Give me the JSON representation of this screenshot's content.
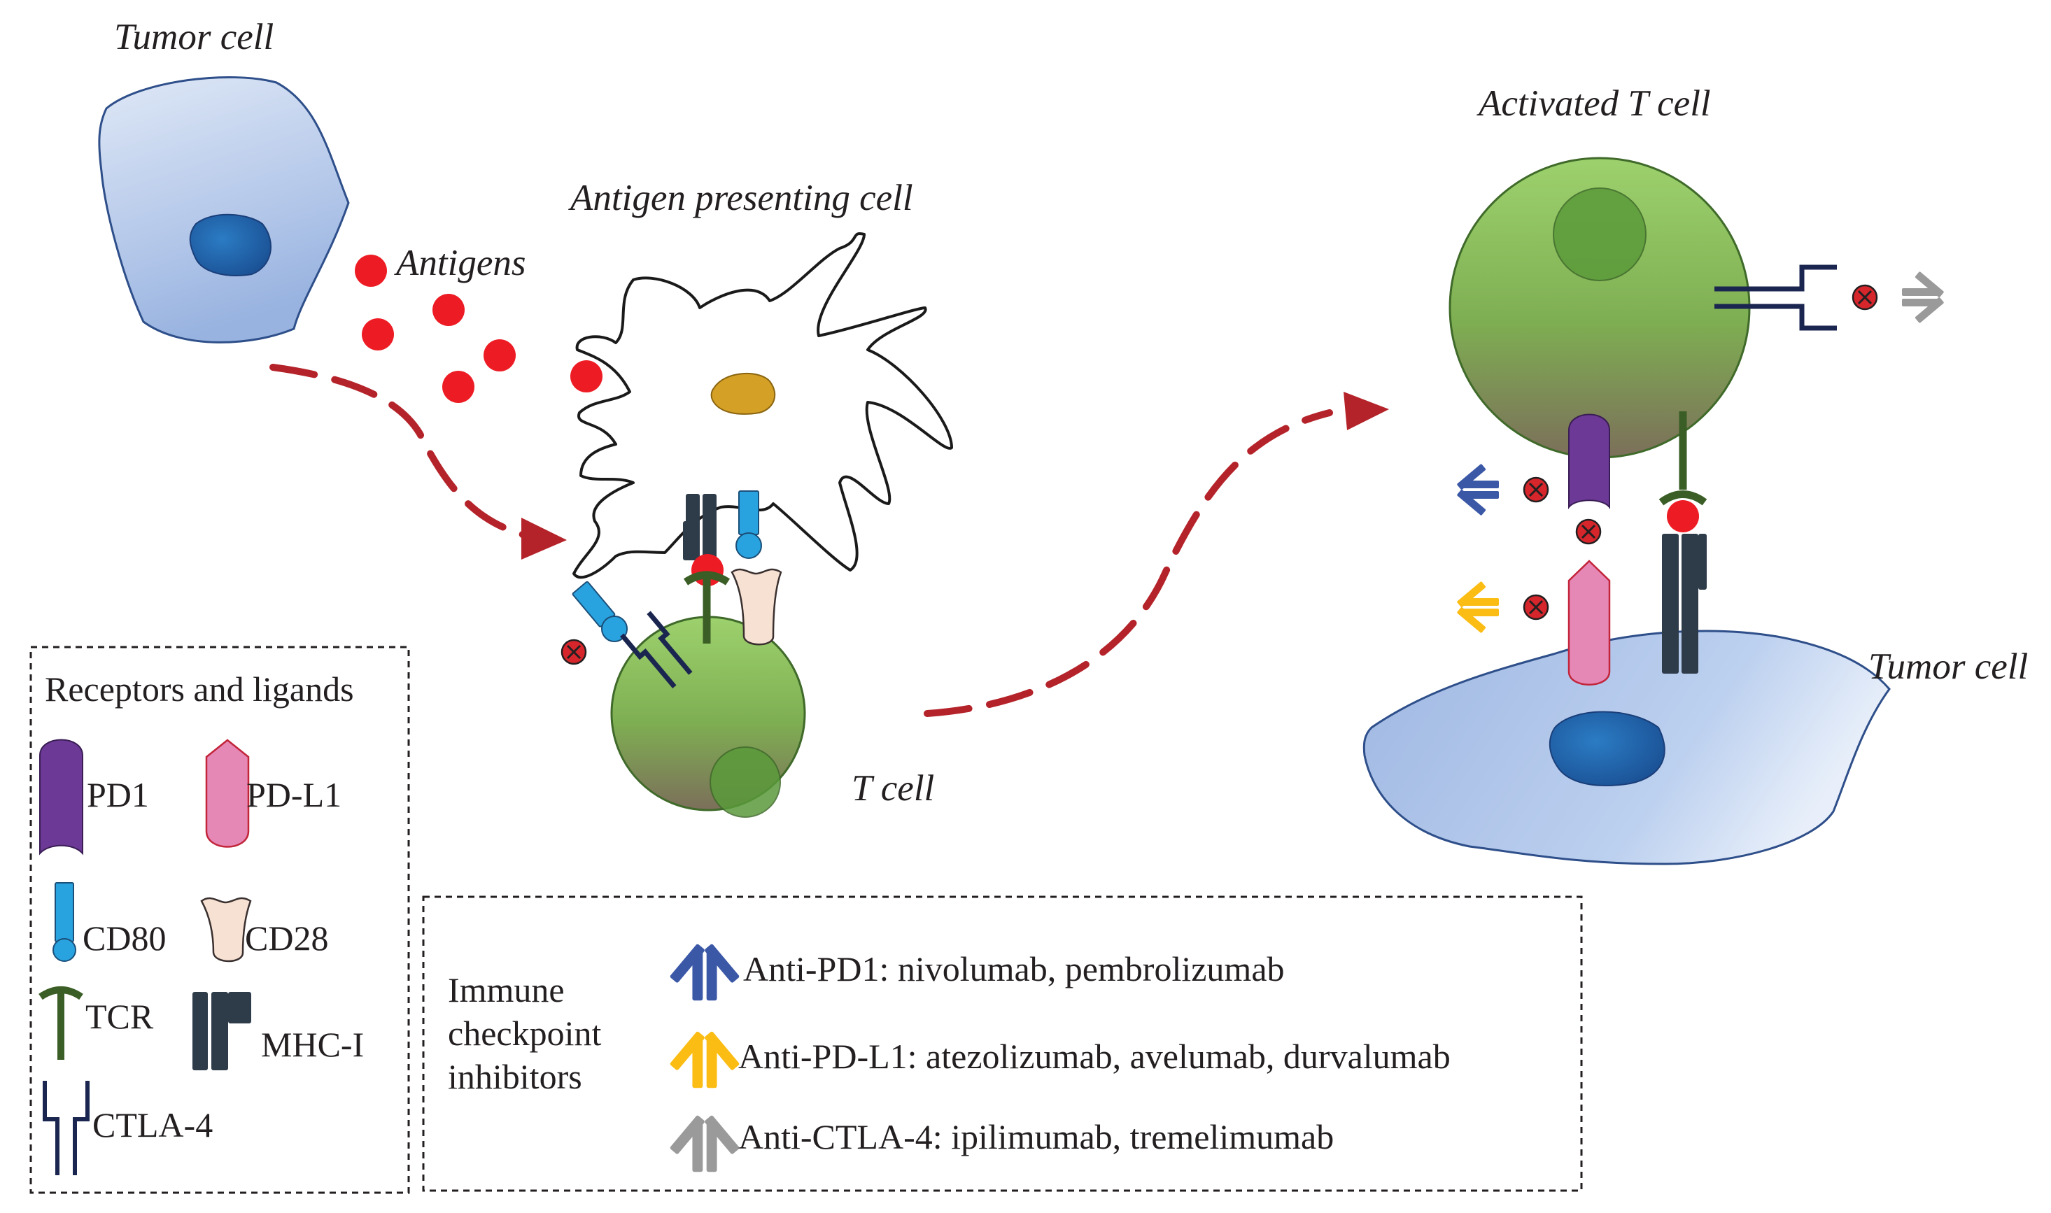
{
  "labels": {
    "tumor_cell_top": "Tumor cell",
    "antigens": "Antigens",
    "apc": "Antigen presenting cell",
    "t_cell": "T cell",
    "activated_t_cell": "Activated T cell",
    "tumor_cell_right": "Tumor cell"
  },
  "legend_receptors": {
    "title": "Receptors and ligands",
    "pd1": "PD1",
    "pdl1": "PD-L1",
    "cd80": "CD80",
    "cd28": "CD28",
    "tcr": "TCR",
    "mhc": "MHC-I",
    "ctla4": "CTLA-4"
  },
  "legend_inhibitors": {
    "title_line1": "Immune",
    "title_line2": "checkpoint",
    "title_line3": "inhibitors",
    "anti_pd1": "Anti-PD1: nivolumab, pembrolizumab",
    "anti_pdl1": "Anti-PD-L1: atezolizumab, avelumab, durvalumab",
    "anti_ctla4": "Anti-CTLA-4: ipilimumab, tremelimumab"
  },
  "colors": {
    "tumor_cell": "#b3c7e8",
    "t_cell": "#8cc25f",
    "antigen": "#ed1c24",
    "arrow": "#b5232a",
    "pd1": "#6c3a96",
    "pdl1": "#e688b5",
    "cd80": "#29a3df",
    "cd28": "#f7e1d2",
    "tcr": "#3a5e25",
    "mhc": "#2e3c4a",
    "ctla4": "#1b2650",
    "anti_pd1": "#3b58a7",
    "anti_pdl1": "#fbbc14",
    "anti_ctla4": "#9a9a9a",
    "apc_nucleus": "#d4a126"
  }
}
